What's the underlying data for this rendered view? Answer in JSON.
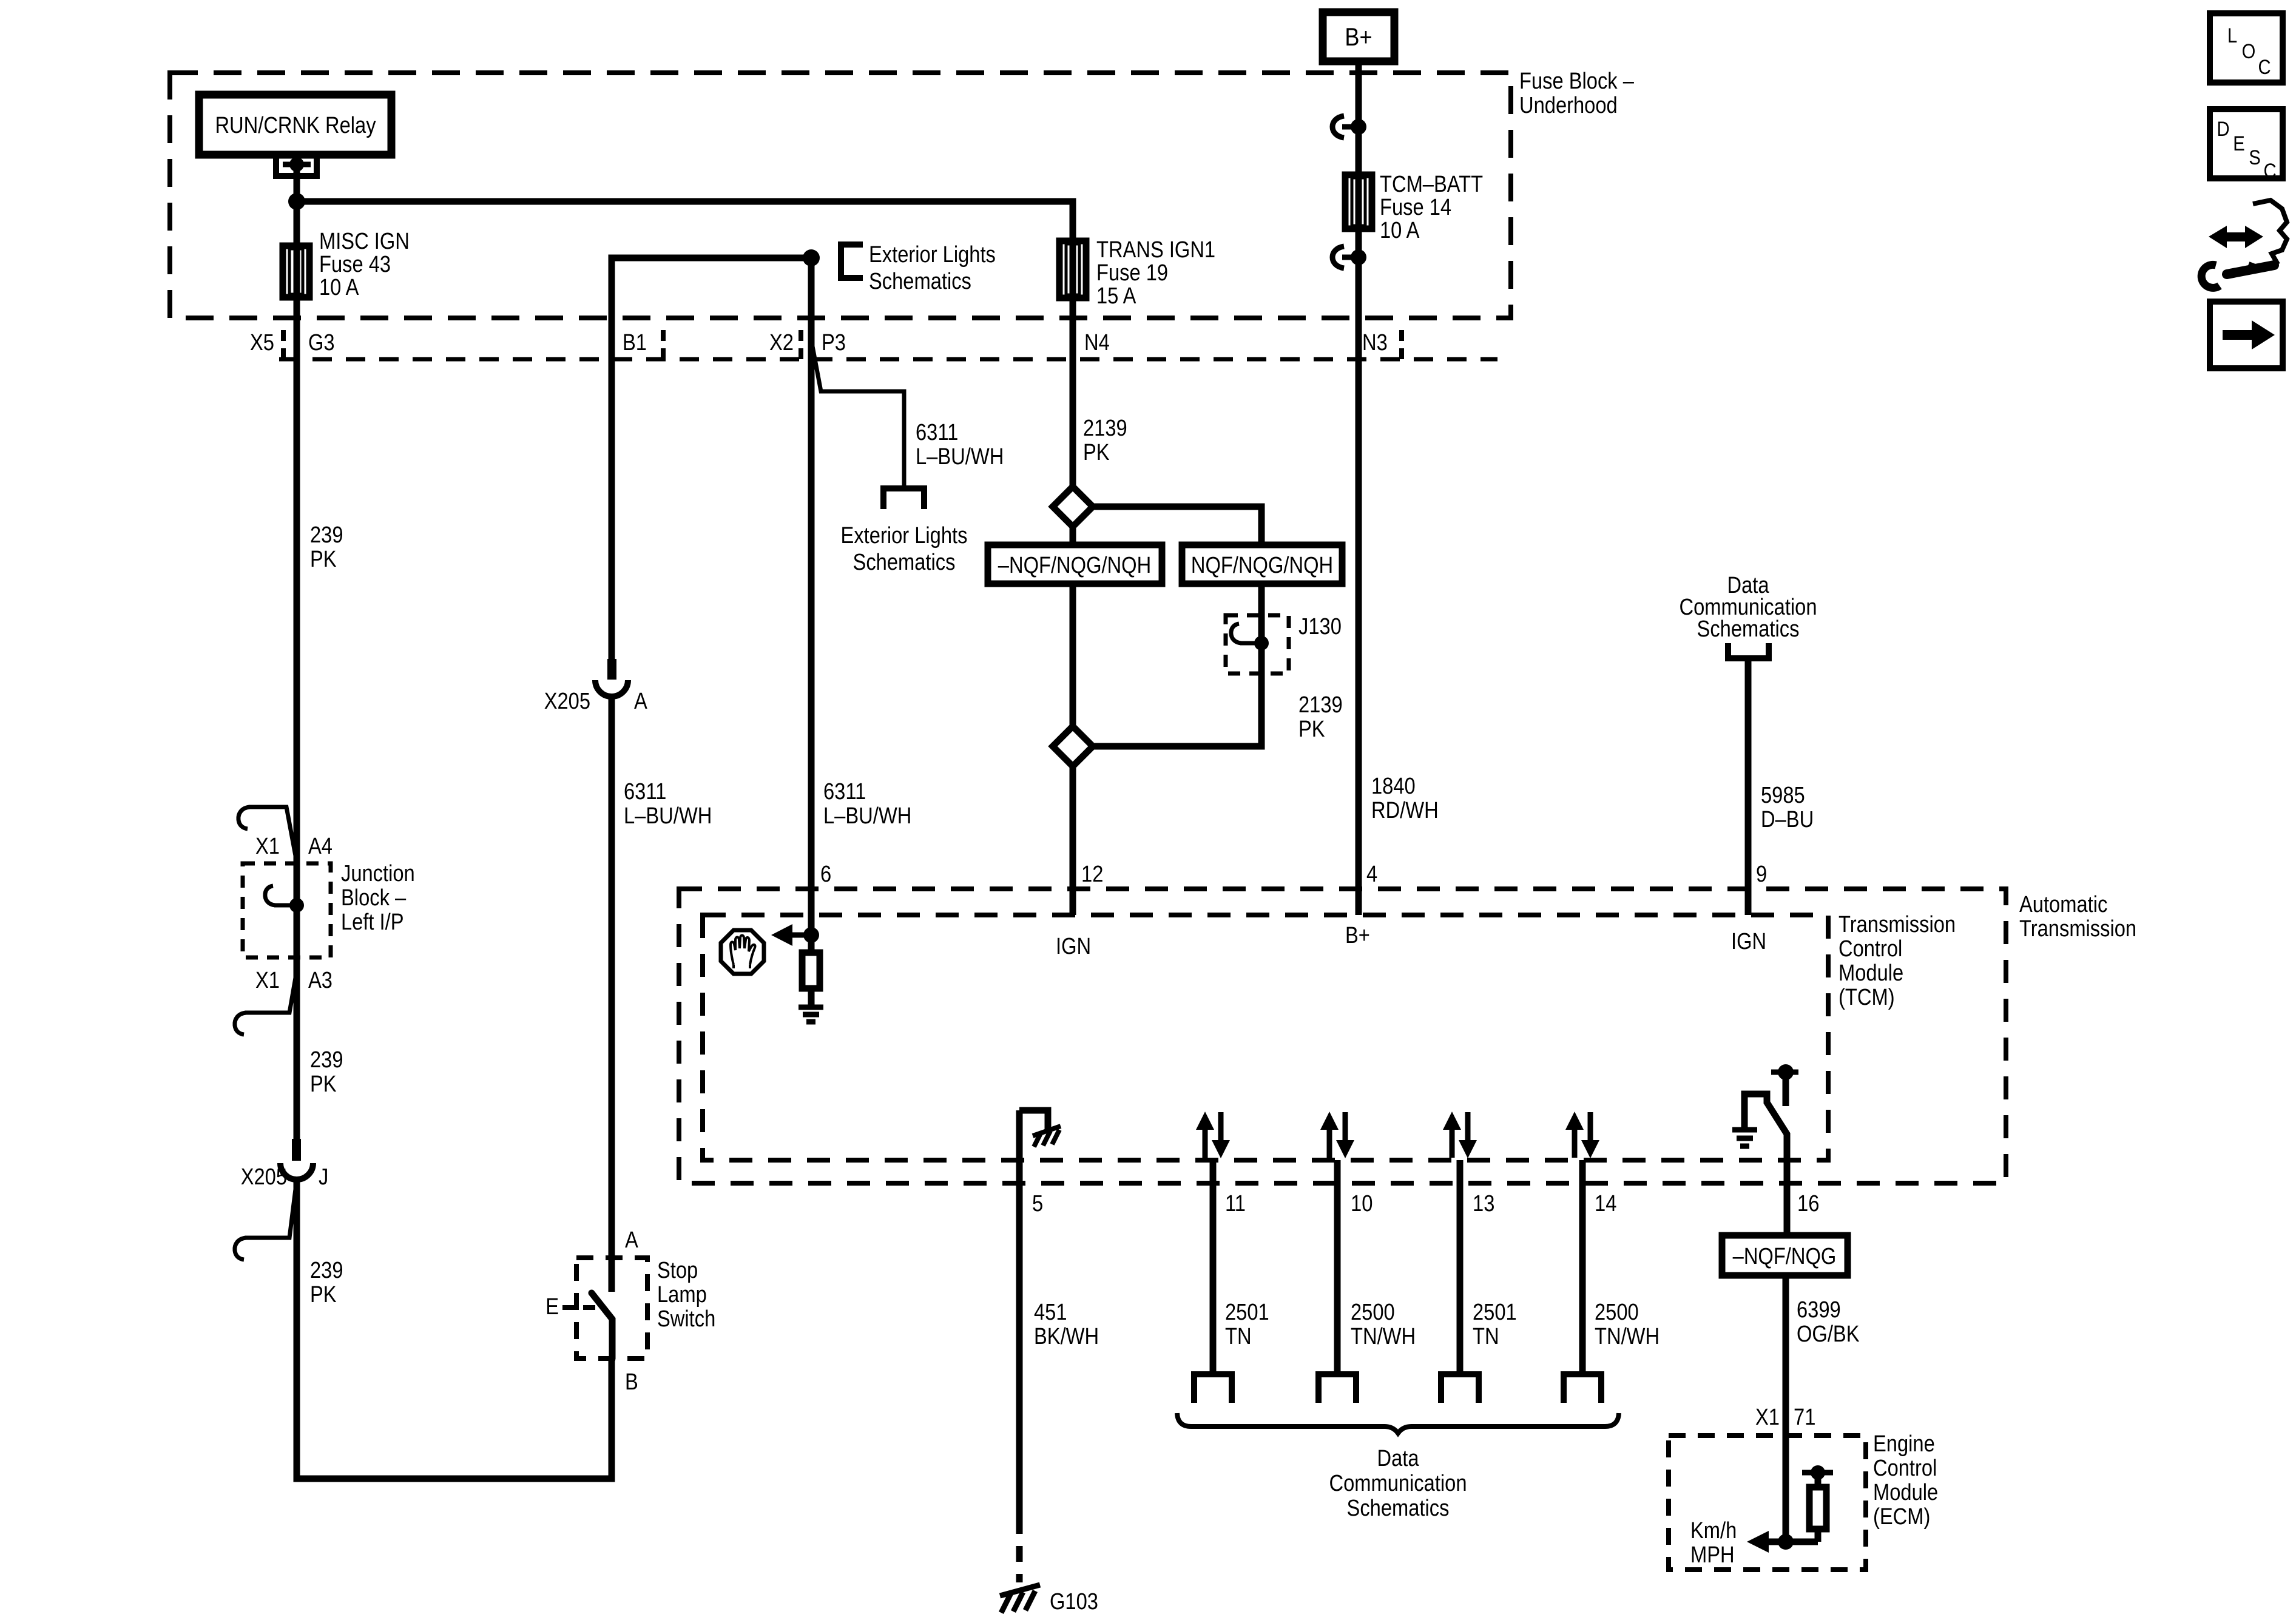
{
  "fuse_block": {
    "name_line1": "Fuse Block –",
    "name_line2": "Underhood",
    "relay_label": "RUN/CRNK Relay",
    "battery_terminal": "B+",
    "fuses": {
      "misc_ign": {
        "name": "MISC IGN",
        "id": "Fuse 43",
        "rating": "10 A"
      },
      "trans_ign1": {
        "name": "TRANS IGN1",
        "id": "Fuse 19",
        "rating": "15 A"
      },
      "tcm_batt": {
        "name": "TCM–BATT",
        "id": "Fuse 14",
        "rating": "10 A"
      }
    },
    "connectors": {
      "x5": "X5",
      "g3": "G3",
      "b1": "B1",
      "x2": "X2",
      "p3": "P3",
      "n4": "N4",
      "n3": "N3"
    }
  },
  "offpage": {
    "exterior_lights": {
      "line1": "Exterior Lights",
      "line2": "Schematics"
    },
    "data_comm": {
      "line1": "Data",
      "line2": "Communication",
      "line3": "Schematics"
    }
  },
  "wires": {
    "w239": {
      "circuit": "239",
      "color": "PK"
    },
    "w6311": {
      "circuit": "6311",
      "color": "L–BU/WH"
    },
    "w2139": {
      "circuit": "2139",
      "color": "PK"
    },
    "w1840": {
      "circuit": "1840",
      "color": "RD/WH"
    },
    "w5985": {
      "circuit": "5985",
      "color": "D–BU"
    },
    "w451": {
      "circuit": "451",
      "color": "BK/WH"
    },
    "w2501": {
      "circuit": "2501",
      "color": "TN"
    },
    "w2500": {
      "circuit": "2500",
      "color": "TN/WH"
    },
    "w6399": {
      "circuit": "6399",
      "color": "OG/BK"
    }
  },
  "junction_block": {
    "line1": "Junction",
    "line2": "Block –",
    "line3": "Left I/P",
    "conn": "X1",
    "pin_a4": "A4",
    "pin_a3": "A3"
  },
  "x205": {
    "name": "X205",
    "pin_j": "J",
    "pin_a": "A"
  },
  "stop_lamp_switch": {
    "line1": "Stop",
    "line2": "Lamp",
    "line3": "Switch",
    "pin_a": "A",
    "pin_b": "B",
    "pin_e": "E"
  },
  "options": {
    "neg_nqf_nqg_nqh": "–NQF/NQG/NQH",
    "nqf_nqg_nqh": "NQF/NQG/NQH",
    "neg_nqf_nqg": "–NQF/NQG"
  },
  "j130": {
    "name": "J130"
  },
  "tcm": {
    "line1": "Transmission",
    "line2": "Control",
    "line3": "Module",
    "line4": "(TCM)",
    "pins": {
      "p6": "6",
      "p12": "12",
      "p4": "4",
      "p9": "9",
      "p5": "5",
      "p11": "11",
      "p10": "10",
      "p13": "13",
      "p14": "14",
      "p16": "16"
    },
    "ign": "IGN",
    "bplus": "B+"
  },
  "automatic_transmission": {
    "line1": "Automatic",
    "line2": "Transmission"
  },
  "ecm": {
    "line1": "Engine",
    "line2": "Control",
    "line3": "Module",
    "line4": "(ECM)",
    "conn": "X1",
    "pin": "71",
    "signal_line1": "Km/h",
    "signal_line2": "MPH"
  },
  "grounds": {
    "g103": "G103"
  },
  "sidebar": {
    "loc": [
      "L",
      "O",
      "C"
    ],
    "desc": [
      "D",
      "E",
      "S",
      "C"
    ]
  }
}
